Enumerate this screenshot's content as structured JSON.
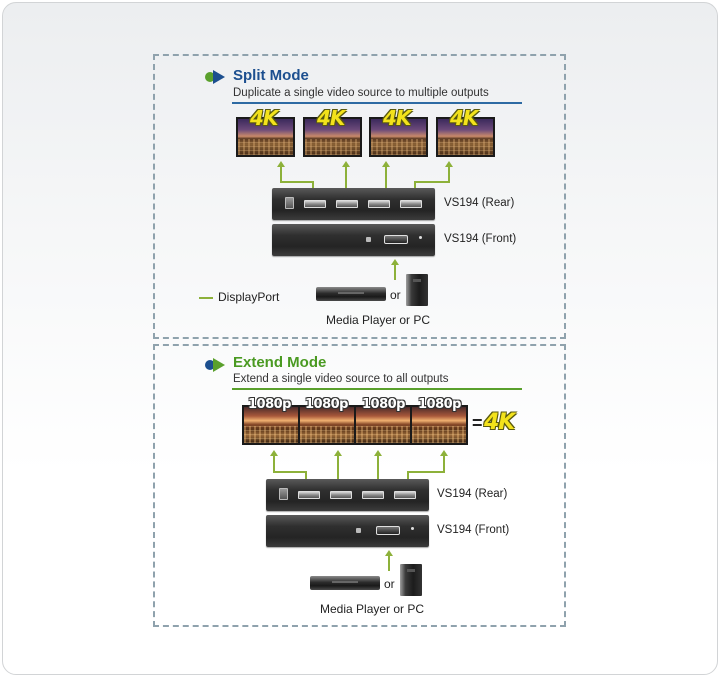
{
  "colors": {
    "split_dot": "#5aa02c",
    "split_arrow": "#1c4f8f",
    "split_title": "#1c4f8f",
    "split_rule": "#2d6aa3",
    "extend_dot": "#1c4f8f",
    "extend_arrow": "#5aa02c",
    "extend_title": "#4a9a22",
    "extend_rule": "#5aa02c",
    "displayport_line": "#8db13a",
    "badge_4k": "#f3e21b"
  },
  "split_mode": {
    "title": "Split Mode",
    "subtitle": "Duplicate a single video source to multiple outputs",
    "outputs": [
      {
        "badge": "4K"
      },
      {
        "badge": "4K"
      },
      {
        "badge": "4K"
      },
      {
        "badge": "4K"
      }
    ],
    "device_rear_label": "VS194 (Rear)",
    "device_front_label": "VS194 (Front)",
    "source_or": "or",
    "source_caption": "Media Player or PC"
  },
  "extend_mode": {
    "title": "Extend Mode",
    "subtitle": "Extend a single video source to all outputs",
    "outputs": [
      {
        "resolution": "1080p"
      },
      {
        "resolution": "1080p"
      },
      {
        "resolution": "1080p"
      },
      {
        "resolution": "1080p"
      }
    ],
    "equals": "=",
    "combined_badge": "4K",
    "device_rear_label": "VS194 (Rear)",
    "device_front_label": "VS194 (Front)",
    "source_or": "or",
    "source_caption": "Media Player or PC"
  },
  "legend": {
    "items": [
      {
        "label": "DisplayPort",
        "color": "#8db13a"
      }
    ]
  }
}
